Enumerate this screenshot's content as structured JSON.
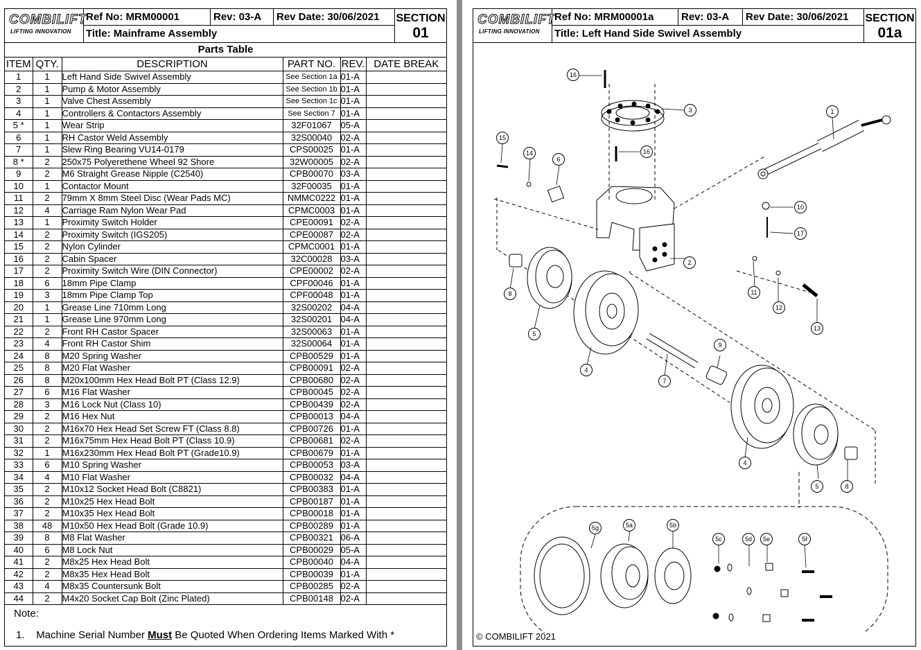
{
  "left_page": {
    "logo": {
      "text": "COMBILIFT",
      "sub": "LIFTING INNOVATION"
    },
    "ref": "Ref No: MRM00001",
    "rev": "Rev: 03-A",
    "rev_date": "Rev Date: 30/06/2021",
    "title": "Title: Mainframe Assembly",
    "section_label": "SECTION",
    "section_number": "01",
    "table_title": "Parts Table",
    "columns": [
      "ITEM",
      "QTY.",
      "DESCRIPTION",
      "PART NO.",
      "REV.",
      "DATE BREAK"
    ],
    "rows": [
      [
        "1",
        "1",
        "Left Hand Side Swivel Assembly",
        "See Section 1a",
        "01-A",
        ""
      ],
      [
        "2",
        "1",
        "Pump & Motor Assembly",
        "See Section 1b",
        "01-A",
        ""
      ],
      [
        "3",
        "1",
        "Valve Chest Assembly",
        "See Section 1c",
        "01-A",
        ""
      ],
      [
        "4",
        "1",
        "Controllers & Contactors Assembly",
        "See Section 7",
        "01-A",
        ""
      ],
      [
        "5 *",
        "1",
        "Wear Strip",
        "32F01067",
        "05-A",
        ""
      ],
      [
        "6",
        "1",
        "RH Castor Weld Assembly",
        "32S00040",
        "02-A",
        ""
      ],
      [
        "7",
        "1",
        "Slew Ring Bearing VU14-0179",
        "CPS00025",
        "01-A",
        ""
      ],
      [
        "8 *",
        "2",
        "250x75 Polyerethene Wheel 92 Shore",
        "32W00005",
        "02-A",
        ""
      ],
      [
        "9",
        "2",
        "M6 Straight Grease Nipple (C2540)",
        "CPB00070",
        "03-A",
        ""
      ],
      [
        "10",
        "1",
        "Contactor Mount",
        "32F00035",
        "01-A",
        ""
      ],
      [
        "11",
        "2",
        "79mm X 8mm Steel Disc (Wear Pads MC)",
        "NMMC0222",
        "01-A",
        ""
      ],
      [
        "12",
        "4",
        "Carriage Ram Nylon Wear Pad",
        "CPMC0003",
        "01-A",
        ""
      ],
      [
        "13",
        "1",
        "Proximity Switch Holder",
        "CPE00091",
        "02-A",
        ""
      ],
      [
        "14",
        "2",
        "Proximity Switch (IGS205)",
        "CPE00087",
        "02-A",
        ""
      ],
      [
        "15",
        "2",
        "Nylon Cylinder",
        "CPMC0001",
        "01-A",
        ""
      ],
      [
        "16",
        "2",
        "Cabin Spacer",
        "32C00028",
        "03-A",
        ""
      ],
      [
        "17",
        "2",
        "Proximity Switch Wire (DIN Connector)",
        "CPE00002",
        "02-A",
        ""
      ],
      [
        "18",
        "6",
        "18mm Pipe Clamp",
        "CPF00046",
        "01-A",
        ""
      ],
      [
        "19",
        "3",
        "18mm Pipe Clamp Top",
        "CPF00048",
        "01-A",
        ""
      ],
      [
        "20",
        "1",
        "Grease Line 710mm Long",
        "32S00202",
        "04-A",
        ""
      ],
      [
        "21",
        "1",
        "Grease Line 970mm Long",
        "32S00201",
        "04-A",
        ""
      ],
      [
        "22",
        "2",
        "Front RH Castor Spacer",
        "32S00063",
        "01-A",
        ""
      ],
      [
        "23",
        "4",
        "Front RH Castor Shim",
        "32S00064",
        "01-A",
        ""
      ],
      [
        "24",
        "8",
        "M20 Spring Washer",
        "CPB00529",
        "01-A",
        ""
      ],
      [
        "25",
        "8",
        "M20 Flat Washer",
        "CPB00091",
        "02-A",
        ""
      ],
      [
        "26",
        "8",
        "M20x100mm Hex Head Bolt PT (Class 12.9)",
        "CPB00680",
        "02-A",
        ""
      ],
      [
        "27",
        "6",
        "M16 Flat Washer",
        "CPB00045",
        "02-A",
        ""
      ],
      [
        "28",
        "3",
        "M16 Lock Nut (Class 10)",
        "CPB00439",
        "02-A",
        ""
      ],
      [
        "29",
        "2",
        "M16 Hex Nut",
        "CPB00013",
        "04-A",
        ""
      ],
      [
        "30",
        "2",
        "M16x70 Hex Head Set Screw FT (Class 8.8)",
        "CPB00726",
        "01-A",
        ""
      ],
      [
        "31",
        "2",
        "M16x75mm Hex Head Bolt PT (Class 10.9)",
        "CPB00681",
        "02-A",
        ""
      ],
      [
        "32",
        "1",
        "M16x230mm Hex Head Bolt PT (Grade10.9)",
        "CPB00679",
        "01-A",
        ""
      ],
      [
        "33",
        "6",
        "M10 Spring Washer",
        "CPB00053",
        "03-A",
        ""
      ],
      [
        "34",
        "4",
        "M10 Flat Washer",
        "CPB00032",
        "04-A",
        ""
      ],
      [
        "35",
        "2",
        "M10x12 Socket Head Bolt (C8821)",
        "CPB00383",
        "01-A",
        ""
      ],
      [
        "36",
        "2",
        "M10x25 Hex Head Bolt",
        "CPB00187",
        "01-A",
        ""
      ],
      [
        "37",
        "2",
        "M10x35 Hex Head Bolt",
        "CPB00018",
        "01-A",
        ""
      ],
      [
        "38",
        "48",
        "M10x50 Hex Head Bolt (Grade 10.9)",
        "CPB00289",
        "01-A",
        ""
      ],
      [
        "39",
        "8",
        "M8 Flat Washer",
        "CPB00321",
        "06-A",
        ""
      ],
      [
        "40",
        "6",
        "M8 Lock Nut",
        "CPB00029",
        "05-A",
        ""
      ],
      [
        "41",
        "2",
        "M8x25 Hex Head Bolt",
        "CPB00040",
        "04-A",
        ""
      ],
      [
        "42",
        "2",
        "M8x35 Hex Head Bolt",
        "CPB00039",
        "01-A",
        ""
      ],
      [
        "43",
        "4",
        "M8x35 Countersunk Bolt",
        "CPB00285",
        "02-A",
        ""
      ],
      [
        "44",
        "2",
        "M4x20 Socket Cap Bolt (Zinc Plated)",
        "CPB00148",
        "02-A",
        ""
      ]
    ],
    "note_label": "Note:",
    "note_1_prefix": "1.",
    "note_1_before": "Machine Serial Number ",
    "note_1_emph": "Must",
    "note_1_after": " Be Quoted When Ordering Items Marked With *"
  },
  "right_page": {
    "logo": {
      "text": "COMBILIFT",
      "sub": "LIFTING INNOVATION"
    },
    "ref": "Ref No: MRM00001a",
    "rev": "Rev: 03-A",
    "rev_date": "Rev Date: 30/06/2021",
    "title": "Title: Left Hand Side Swivel Assembly",
    "section_label": "SECTION",
    "section_number": "01a",
    "callouts": [
      "16",
      "3",
      "16",
      "1",
      "15",
      "14",
      "6",
      "10",
      "17",
      "2",
      "8",
      "11",
      "12",
      "13",
      "5",
      "4",
      "9",
      "7",
      "4",
      "5",
      "8",
      "5g",
      "5a",
      "5b",
      "5c",
      "5d",
      "5e",
      "5f"
    ],
    "copyright": "© COMBILIFT 2021"
  }
}
